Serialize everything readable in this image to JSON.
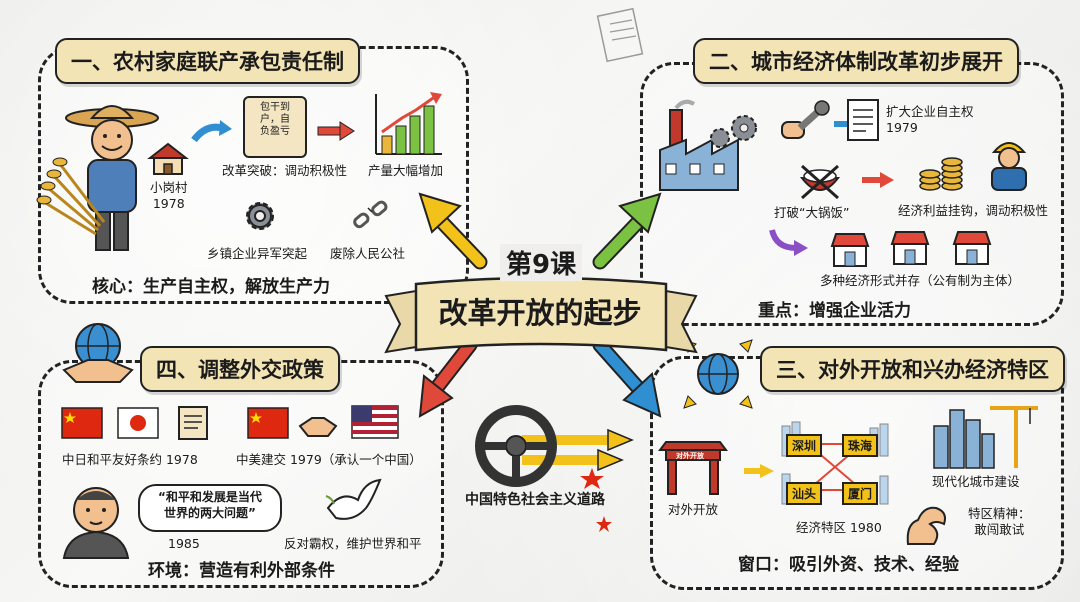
{
  "center": {
    "lesson": "第9课",
    "title": "改革开放的起步",
    "road_label": "中国特色社会主义道路"
  },
  "panel1": {
    "title": "一、农村家庭联产承包责任制",
    "village": "小岗村\n1978",
    "scroll_text": "包干到\n户，自\n负盈亏",
    "breakthrough": "改革突破：调动积极性",
    "output": "产量大幅增加",
    "township": "乡镇企业异军突起",
    "commune": "废除人民公社",
    "core": "核心：生产自主权，解放生产力"
  },
  "panel2": {
    "title": "二、城市经济体制改革初步展开",
    "autonomy": "扩大企业自主权\n1979",
    "iron_bowl": "打破“大锅饭”",
    "linkage": "经济利益挂钩，调动积极性",
    "forms": "多种经济形式并存（公有制为主体）",
    "focus": "重点：增强企业活力"
  },
  "panel3": {
    "title": "三、对外开放和兴办经济特区",
    "gate_sign": "对外开放",
    "gate_label": "对外开放",
    "cities": [
      "深圳",
      "珠海",
      "汕头",
      "厦门"
    ],
    "zones": "经济特区 1980",
    "modern": "现代化城市建设",
    "spirit": "特区精神：\n敢闯敢试",
    "window": "窗口：吸引外资、技术、经验"
  },
  "panel4": {
    "title": "四、调整外交政策",
    "japan": "中日和平友好条约 1978",
    "usa": "中美建交 1979（承认一个中国）",
    "quote": "“和平和发展是当代\n世界的两大问题”",
    "year": "1985",
    "hegemony": "反对霸权，维护世界和平",
    "environment": "环境：营造有利外部条件"
  },
  "colors": {
    "banner": "#f3e4b6",
    "arrow_yellow": "#f2c21b",
    "arrow_green": "#7cc242",
    "arrow_red": "#e0493a",
    "arrow_blue": "#2f8fd0",
    "arrow_purple": "#8a4fc4",
    "flag_red": "#de2910"
  }
}
